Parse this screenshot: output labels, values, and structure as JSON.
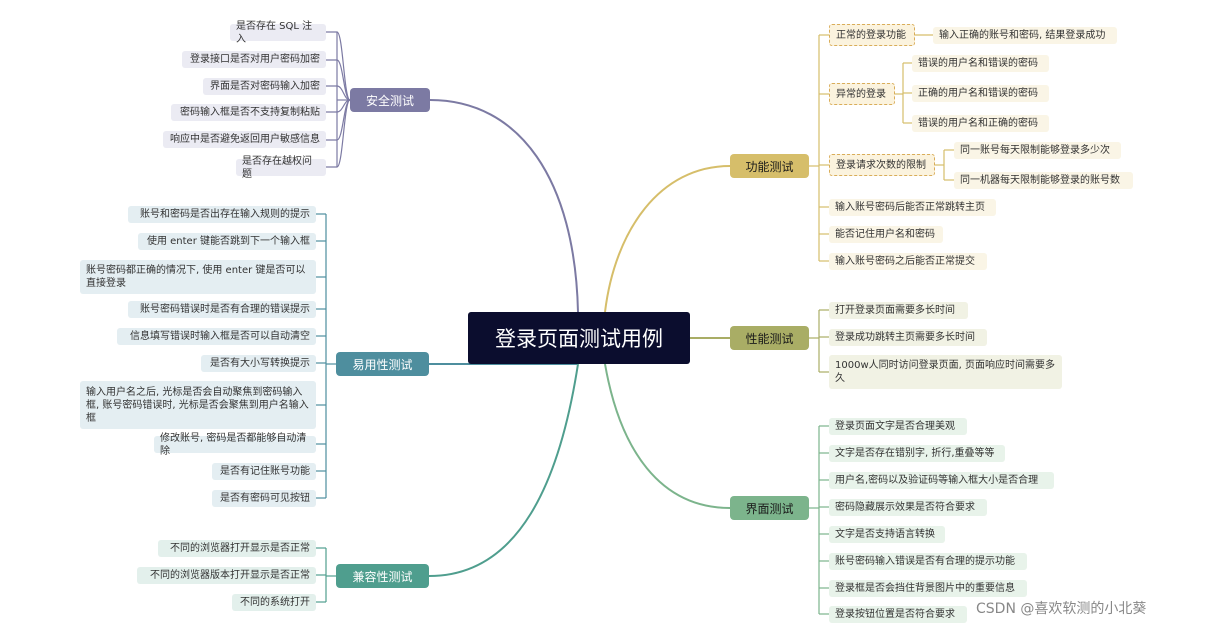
{
  "root": {
    "label": "登录页面测试用例"
  },
  "colors": {
    "root_bg": "#0b0d2e",
    "security": "#7c7aa3",
    "usability": "#4e8e9e",
    "compat": "#4f9e8e",
    "functional": "#d6be6a",
    "performance": "#a9ad65",
    "interface": "#7cb48c"
  },
  "security": {
    "label": "安全测试",
    "items": [
      "是否存在 SQL 注入",
      "登录接口是否对用户密码加密",
      "界面是否对密码输入加密",
      "密码输入框是否不支持复制粘贴",
      "响应中是否避免返回用户敏感信息",
      "是否存在越权问题"
    ]
  },
  "usability": {
    "label": "易用性测试",
    "items": [
      "账号和密码是否出存在输入规则的提示",
      "使用 enter 键能否跳到下一个输入框",
      "账号密码都正确的情况下, 使用 enter 键是否可以直接登录",
      "账号密码错误时是否有合理的错误提示",
      "信息填写错误时输入框是否可以自动清空",
      "是否有大小写转换提示",
      "输入用户名之后, 光标是否会自动聚焦到密码输入框, 账号密码错误时, 光标是否会聚焦到用户名输入框",
      "修改账号, 密码是否都能够自动清除",
      "是否有记住账号功能",
      "是否有密码可见按钮"
    ]
  },
  "compat": {
    "label": "兼容性测试",
    "items": [
      "不同的浏览器打开显示是否正常",
      "不同的浏览器版本打开显示是否正常",
      "不同的系统打开"
    ]
  },
  "functional": {
    "label": "功能测试",
    "normal": {
      "label": "正常的登录功能",
      "child": "输入正确的账号和密码, 结果登录成功"
    },
    "abnormal": {
      "label": "异常的登录",
      "children": [
        "错误的用户名和错误的密码",
        "正确的用户名和错误的密码",
        "错误的用户名和正确的密码"
      ]
    },
    "limit": {
      "label": "登录请求次数的限制",
      "children": [
        "同一账号每天限制能够登录多少次",
        "同一机器每天限制能够登录的账号数"
      ]
    },
    "items": [
      "输入账号密码后能否正常跳转主页",
      "能否记住用户名和密码",
      "输入账号密码之后能否正常提交"
    ]
  },
  "performance": {
    "label": "性能测试",
    "items": [
      "打开登录页面需要多长时间",
      "登录成功跳转主页需要多长时间",
      "1000w人同时访问登录页面, 页面响应时间需要多久"
    ]
  },
  "interface": {
    "label": "界面测试",
    "items": [
      "登录页面文字是否合理美观",
      "文字是否存在错别字, 折行,重叠等等",
      "用户名,密码以及验证码等输入框大小是否合理",
      "密码隐藏展示效果是否符合要求",
      "文字是否支持语言转换",
      "账号密码输入错误是否有合理的提示功能",
      "登录框是否会挡住背景图片中的重要信息",
      "登录按钮位置是否符合要求"
    ]
  },
  "watermark": "CSDN @喜欢软测的小北葵"
}
